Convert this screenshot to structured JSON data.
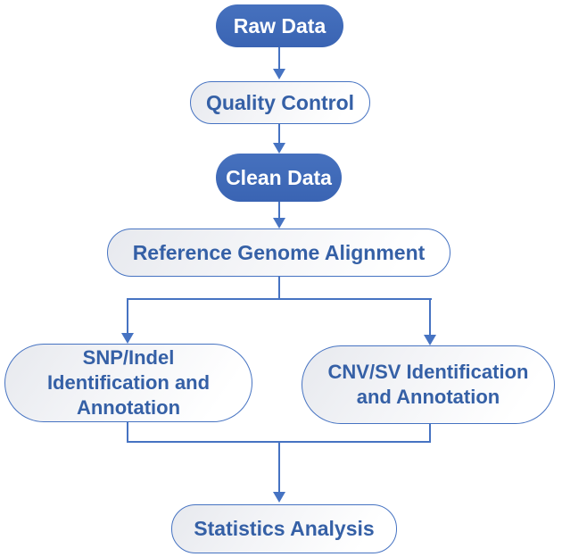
{
  "diagram": {
    "type": "flowchart",
    "background": "#ffffff",
    "colors": {
      "accent_line": "#4673c2",
      "filled_node_fill": "#3e68b8",
      "filled_node_text": "#ffffff",
      "outline_node_border": "#4673c2",
      "outline_node_fill": "#f3f4f7",
      "outline_node_text": "#3560a6"
    },
    "nodes": {
      "raw_data": {
        "label": "Raw Data",
        "variant": "filled"
      },
      "quality_control": {
        "label": "Quality Control",
        "variant": "outline"
      },
      "clean_data": {
        "label": "Clean Data",
        "variant": "filled"
      },
      "reference_alignment": {
        "label": "Reference Genome Alignment",
        "variant": "outline"
      },
      "snp_indel": {
        "label": "SNP/Indel\nIdentification and\nAnnotation",
        "variant": "outline"
      },
      "cnv_sv": {
        "label": "CNV/SV Identification\nand Annotation",
        "variant": "outline"
      },
      "statistics": {
        "label": "Statistics Analysis",
        "variant": "outline"
      }
    },
    "edges": [
      {
        "from": "raw_data",
        "to": "quality_control"
      },
      {
        "from": "quality_control",
        "to": "clean_data"
      },
      {
        "from": "clean_data",
        "to": "reference_alignment"
      },
      {
        "from": "reference_alignment",
        "to": "snp_indel"
      },
      {
        "from": "reference_alignment",
        "to": "cnv_sv"
      },
      {
        "from": "snp_indel",
        "to": "statistics"
      },
      {
        "from": "cnv_sv",
        "to": "statistics"
      }
    ]
  }
}
